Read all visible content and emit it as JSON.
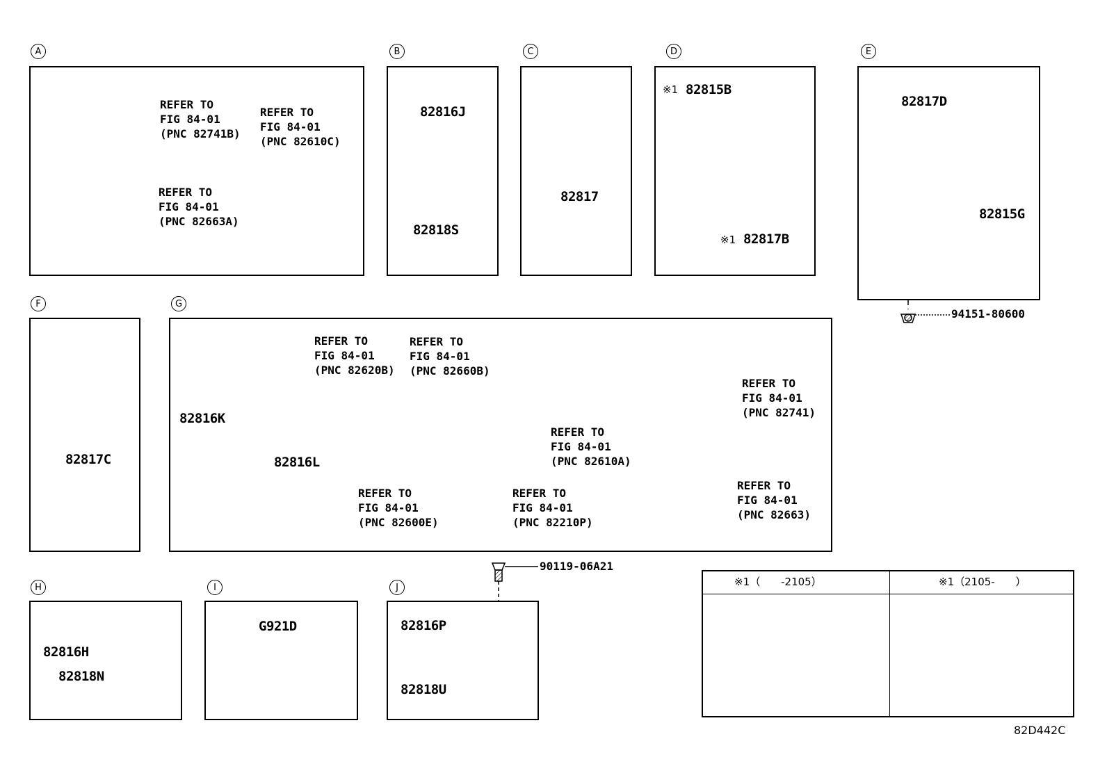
{
  "diagram_code": "82D442C",
  "refer": {
    "line1": "REFER TO",
    "line2": "FIG 84-01"
  },
  "sections": {
    "A": {
      "label": "A",
      "refs": [
        "(PNC 82741B)",
        "(PNC 82663A)",
        "(PNC 82610C)"
      ]
    },
    "B": {
      "label": "B",
      "parts": [
        "82816J",
        "82818S"
      ]
    },
    "C": {
      "label": "C",
      "parts": [
        "82817"
      ]
    },
    "D": {
      "label": "D",
      "parts": [
        "82815B",
        "82817B"
      ],
      "note_mark": "※1"
    },
    "E": {
      "label": "E",
      "parts": [
        "82817D",
        "82815G"
      ],
      "clip": "94151-80600"
    },
    "F": {
      "label": "F",
      "parts": [
        "82817C"
      ]
    },
    "G": {
      "label": "G",
      "parts": [
        "82816K",
        "82816L"
      ],
      "refs": [
        "(PNC 82620B)",
        "(PNC 82660B)",
        "(PNC 82610A)",
        "(PNC 82741)",
        "(PNC 82600E)",
        "(PNC 82210P)",
        "(PNC 82663)"
      ]
    },
    "H": {
      "label": "H",
      "parts": [
        "82816H",
        "82818N"
      ]
    },
    "I": {
      "label": "I",
      "parts": [
        "G921D"
      ]
    },
    "J": {
      "label": "J",
      "parts": [
        "82816P",
        "82818U"
      ],
      "bolt": "90119-06A21"
    }
  },
  "legend": {
    "left_header": "※1（　　-2105）",
    "right_header": "※1（2105-　　）"
  }
}
